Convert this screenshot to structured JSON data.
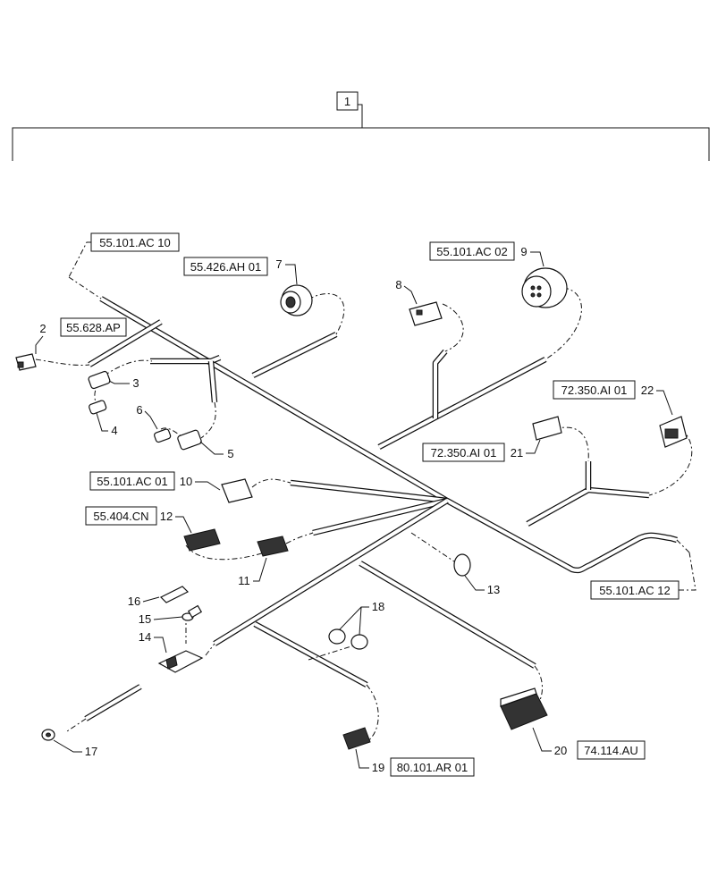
{
  "assembly": {
    "number": "1"
  },
  "references": {
    "r_55101ac10": "55.101.AC 10",
    "r_55426ah01": "55.426.AH 01",
    "r_55101ac02": "55.101.AC 02",
    "r_55628ap": "55.628.AP",
    "r_72350ai01_a": "72.350.AI 01",
    "r_72350ai01_b": "72.350.AI 01",
    "r_55101ac01": "55.101.AC 01",
    "r_55404cn": "55.404.CN",
    "r_55101ac12": "55.101.AC 12",
    "r_80101ar01": "80.101.AR 01",
    "r_74114au": "74.114.AU"
  },
  "callouts": {
    "c2": "2",
    "c3": "3",
    "c4": "4",
    "c5": "5",
    "c6": "6",
    "c7": "7",
    "c8": "8",
    "c9": "9",
    "c10": "10",
    "c11": "11",
    "c12": "12",
    "c13": "13",
    "c14": "14",
    "c15": "15",
    "c16": "16",
    "c17": "17",
    "c18": "18",
    "c19": "19",
    "c20": "20",
    "c21": "21",
    "c22": "22"
  }
}
